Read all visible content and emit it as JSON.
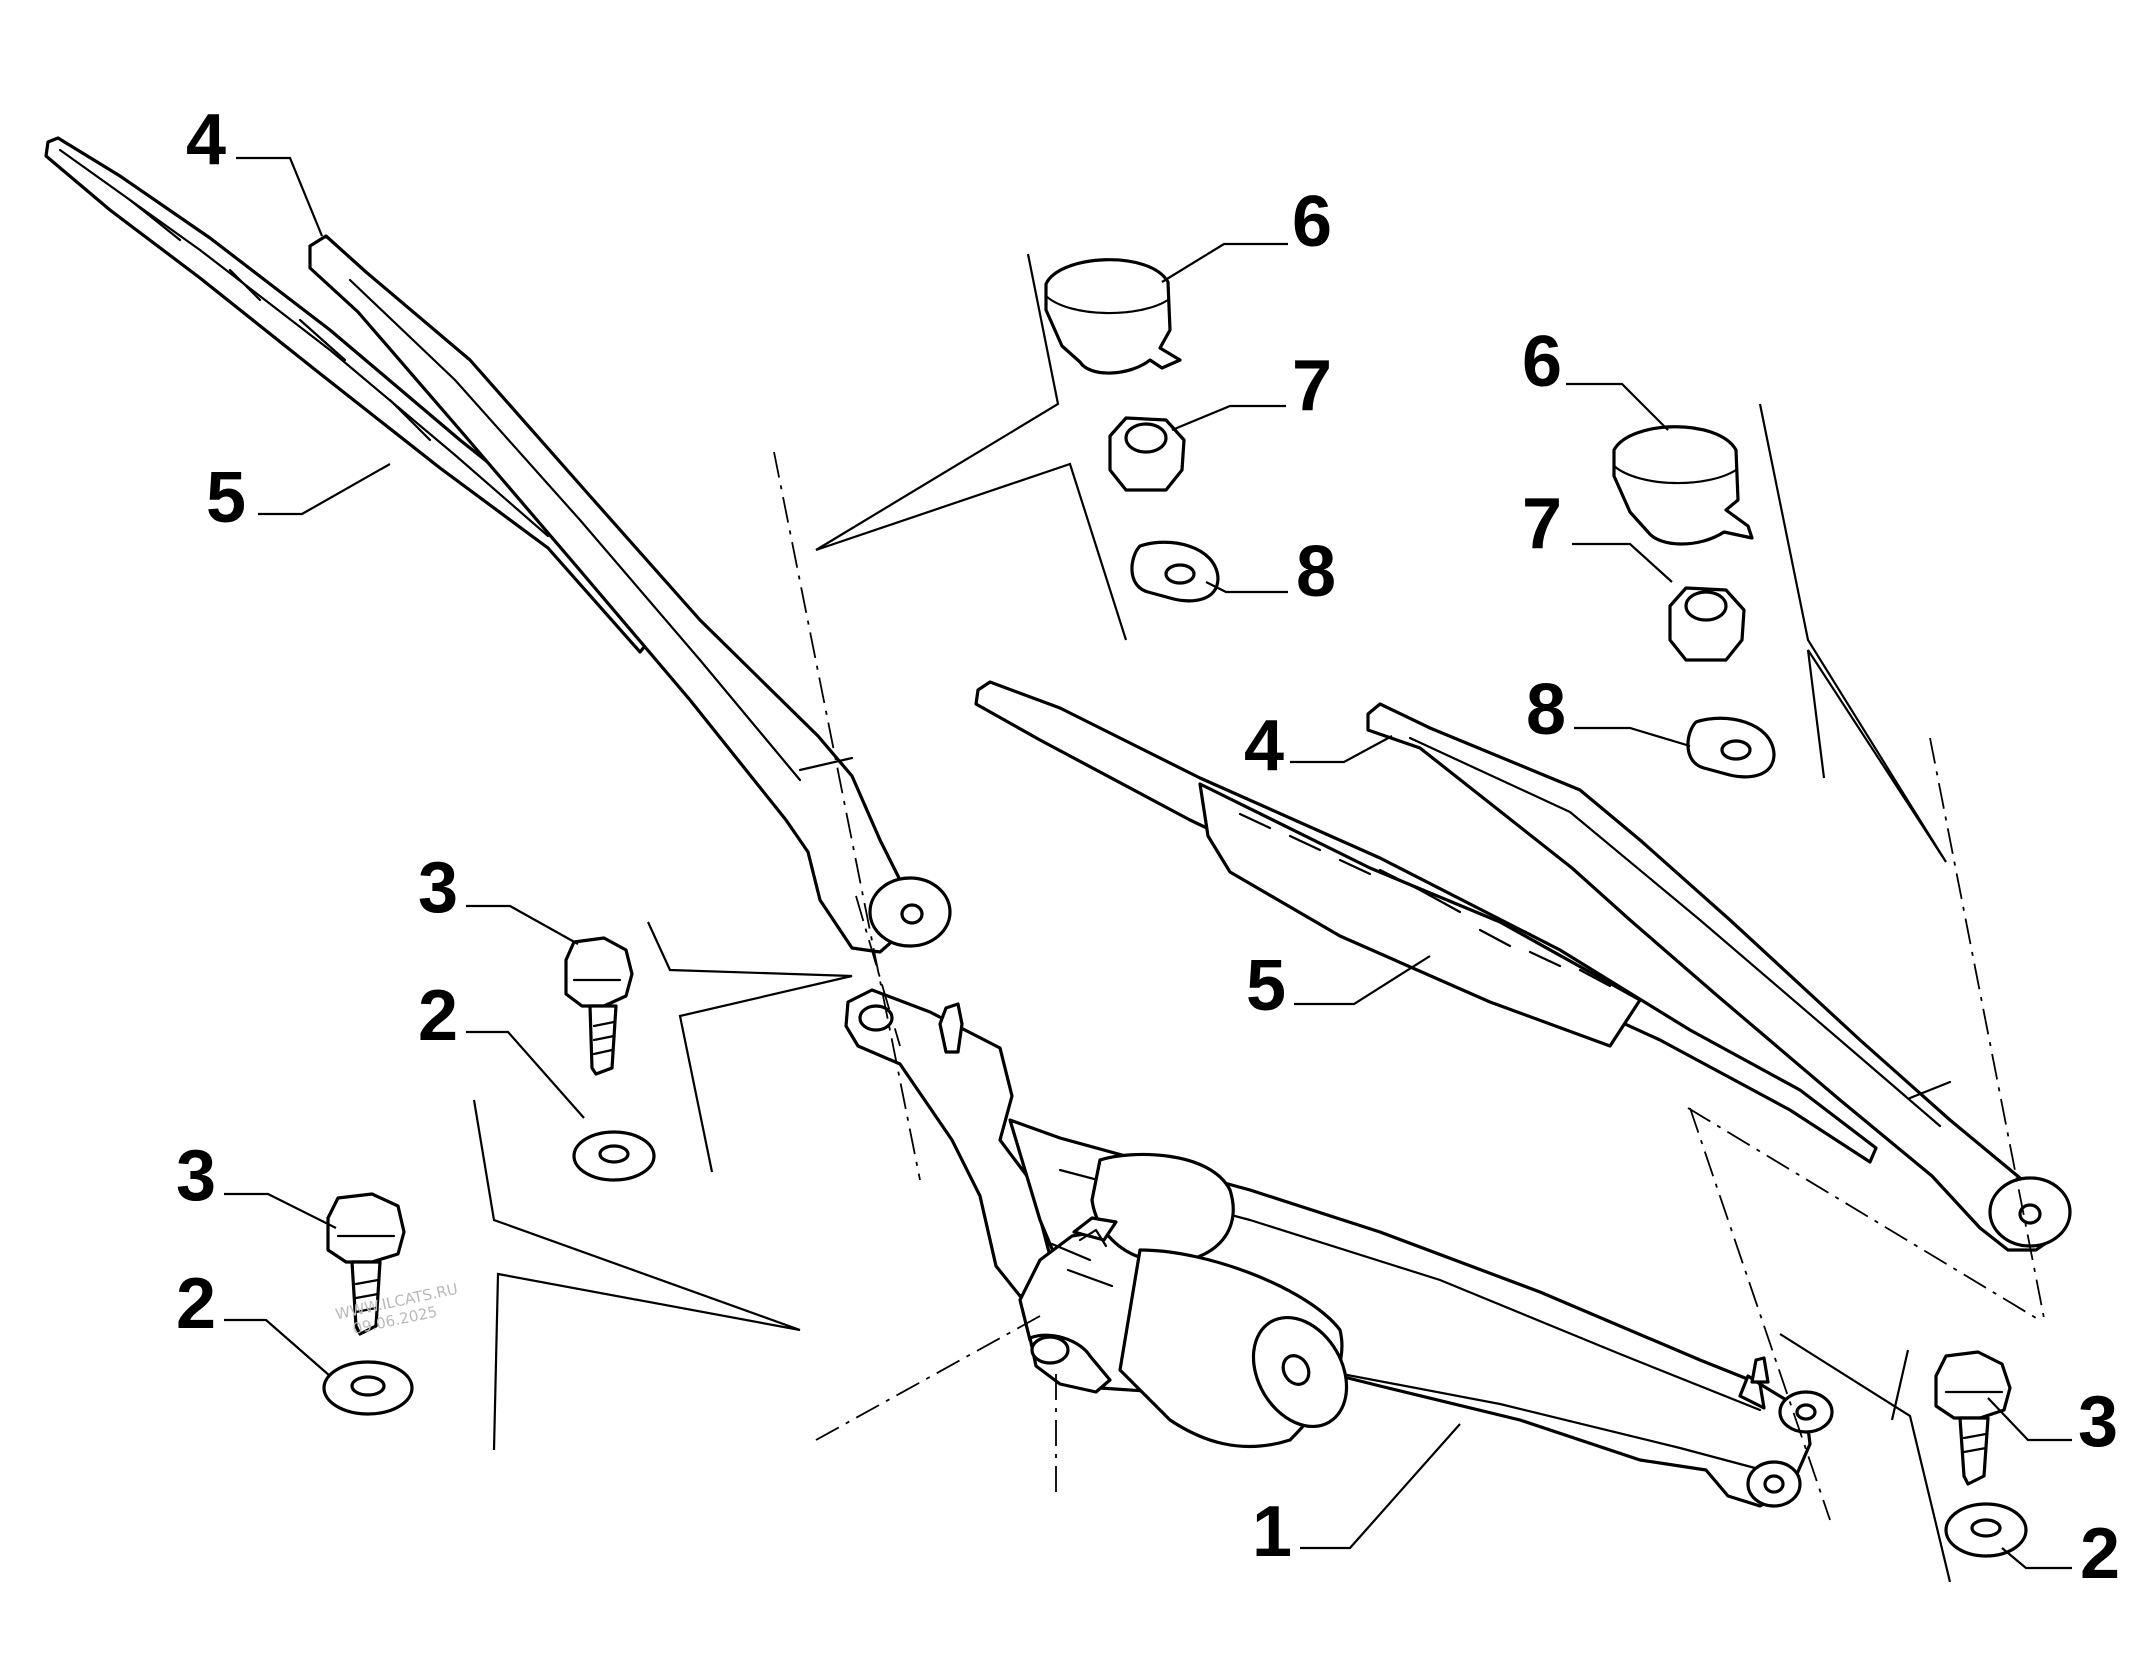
{
  "callouts": [
    {
      "label": "4"
    },
    {
      "label": "5"
    },
    {
      "label": "6"
    },
    {
      "label": "7"
    },
    {
      "label": "8"
    },
    {
      "label": "6"
    },
    {
      "label": "7"
    },
    {
      "label": "8"
    },
    {
      "label": "4"
    },
    {
      "label": "5"
    },
    {
      "label": "3"
    },
    {
      "label": "2"
    },
    {
      "label": "3"
    },
    {
      "label": "2"
    },
    {
      "label": "3"
    },
    {
      "label": "2"
    },
    {
      "label": "1"
    }
  ],
  "watermark": {
    "line1": "WWW.ILCATS.RU",
    "line2": "09.06.2025"
  }
}
